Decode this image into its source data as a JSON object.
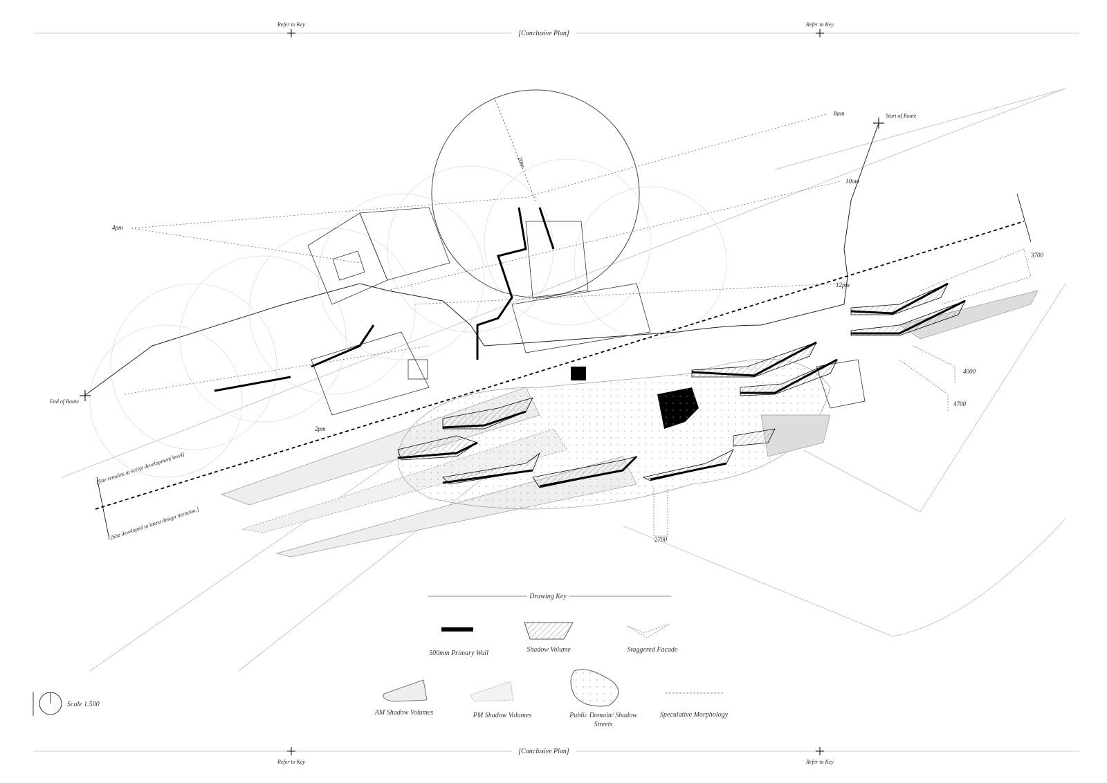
{
  "header": {
    "title": "[Conclusive Plan]",
    "refer_left": "Refer to Key",
    "refer_right": "Refer to Key"
  },
  "footer": {
    "title": "[Conclusive Plan]",
    "refer_left": "Refer to Key",
    "refer_right": "Refer to Key"
  },
  "plan": {
    "times": {
      "t8": "8am",
      "t10": "10am",
      "t12": "12pm",
      "t2": "2pm",
      "t4": "4pm"
    },
    "start_route": "Start of Route",
    "end_route": "End of Route",
    "radius": "20m",
    "dims": {
      "d1": "3700",
      "d2": "4000",
      "d3": "4700",
      "d4": "2700"
    },
    "site_note_top": "[Site remains at script development level]",
    "site_note_bottom": "[Site developed to latest design iteration.]"
  },
  "key": {
    "title": "Drawing Key",
    "items": [
      "500mm Primary Wall",
      "Shadow Volume",
      "Staggered Facade",
      "AM Shadow Volumes",
      "PM Shadow Volumes",
      "Public Domain/ Shadow Streets",
      "Speculative Morphology"
    ],
    "public_line1": "Public Domain/ Shadow",
    "public_line2": "Streets"
  },
  "scale": {
    "label": "Scale 1.500"
  }
}
